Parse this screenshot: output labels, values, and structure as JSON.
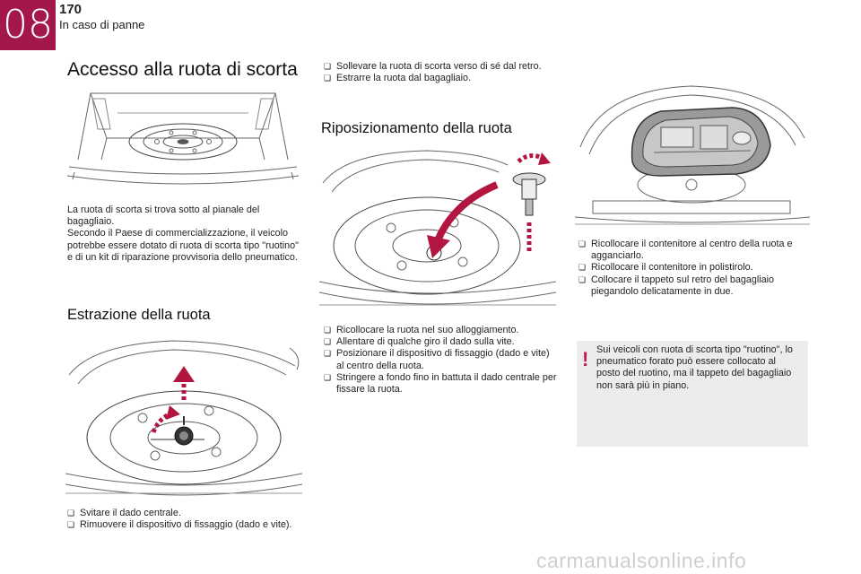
{
  "header": {
    "chapter_number": "08",
    "page_number": "170",
    "chapter_title": "In caso di panne"
  },
  "section_access": {
    "title": "Accesso alla ruota di scorta",
    "paragraph": "La ruota di scorta si trova sotto al pianale del bagagliaio.\nSecondo il Paese di commercializzazione, il veicolo potrebbe essere dotato di ruota di scorta tipo \"ruotino\" e di un kit di riparazione provvisoria dello pneumatico."
  },
  "section_extraction": {
    "title": "Estrazione della ruota",
    "steps": [
      "Svitare il dado centrale.",
      "Rimuovere il dispositivo di fissaggio (dado e vite)."
    ]
  },
  "section_lift": {
    "steps": [
      "Sollevare la ruota di scorta verso di sé dal retro.",
      "Estrarre la ruota dal bagagliaio."
    ]
  },
  "section_reposition": {
    "title": "Riposizionamento della ruota",
    "steps": [
      "Ricollocare la ruota nel suo alloggiamento.",
      "Allentare di qualche giro il dado sulla vite.",
      "Posizionare il dispositivo di fissaggio (dado e vite) al centro della ruota.",
      "Stringere a fondo fino in battuta il dado centrale per fissare la ruota."
    ]
  },
  "section_container": {
    "steps": [
      "Ricollocare il contenitore al centro della ruota e agganciarlo.",
      "Ricollocare il contenitore in polistirolo.",
      "Collocare il tappeto sul retro del bagagliaio piegandolo delicatamente in due."
    ]
  },
  "note": {
    "text": "Sui veicoli con ruota di scorta tipo \"ruotino\", lo pneumatico forato può essere collocato al posto del ruotino, ma il tappeto del bagagliaio non sarà più in piano."
  },
  "watermark": "carmanualsonline.info",
  "colors": {
    "accent": "#a4174b",
    "arrow": "#b2153f",
    "note_bg": "#ececec",
    "warn": "#c2185b"
  },
  "icons": {
    "bullet": "checkbox-bullet-icon",
    "warning": "exclamation-icon"
  }
}
